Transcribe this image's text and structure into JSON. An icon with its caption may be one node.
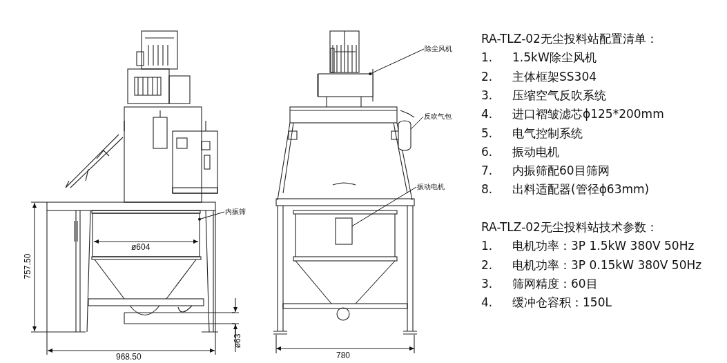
{
  "diagram": {
    "nodes": [
      {
        "text": [
          "除尘风机"
        ]
      },
      {
        "text": [],
        "shape": "box"
      },
      {
        "text": [
          "反吹气包"
        ]
      },
      {
        "text": [],
        "shape": "cylinder"
      },
      {
        "text": [
          "振动电机"
        ]
      },
      {
        "text": [],
        "shape": "box"
      },
      {
        "text": [
          "内振筛"
        ]
      },
      {
        "text": [],
        "shape": "box"
      }
    ],
    "edges": [
      {
        "from": 0,
        "to": 1,
        "arrow": "other"
      },
      {
        "from": 2,
        "to": 3,
        "arrow": "none"
      },
      {
        "from": 4,
        "to": 5,
        "arrow": "none"
      },
      {
        "from": 6,
        "to": 7,
        "arrow": "other"
      }
    ],
    "labels": [
      "ø604",
      "757.50",
      "ø63",
      "968.50",
      "780",
      "RA-TLZ-02无尘投料站配置清单：",
      "1.",
      "1.5kW除尘风机",
      "2.",
      "主体框架SS304",
      "3.",
      "压缩空气反吹系统",
      "4.",
      "进口褶皱滤芯ϕ125*200mm",
      "5.",
      "电气控制系统",
      "6.",
      "振动电机",
      "7.",
      "内振筛配60目筛网",
      "8.",
      "出料适配器(管径ϕ63mm)",
      "RA-TLZ-02无尘投料站技术参数：",
      "1.",
      "电机功率：3P 1.5kW 380V 50Hz",
      "2.",
      "电机功率：3P 0.15kW 380V 50Hz",
      "3.",
      "筛网精度：60目",
      "4.",
      "缓冲仓容积：150L"
    ]
  }
}
